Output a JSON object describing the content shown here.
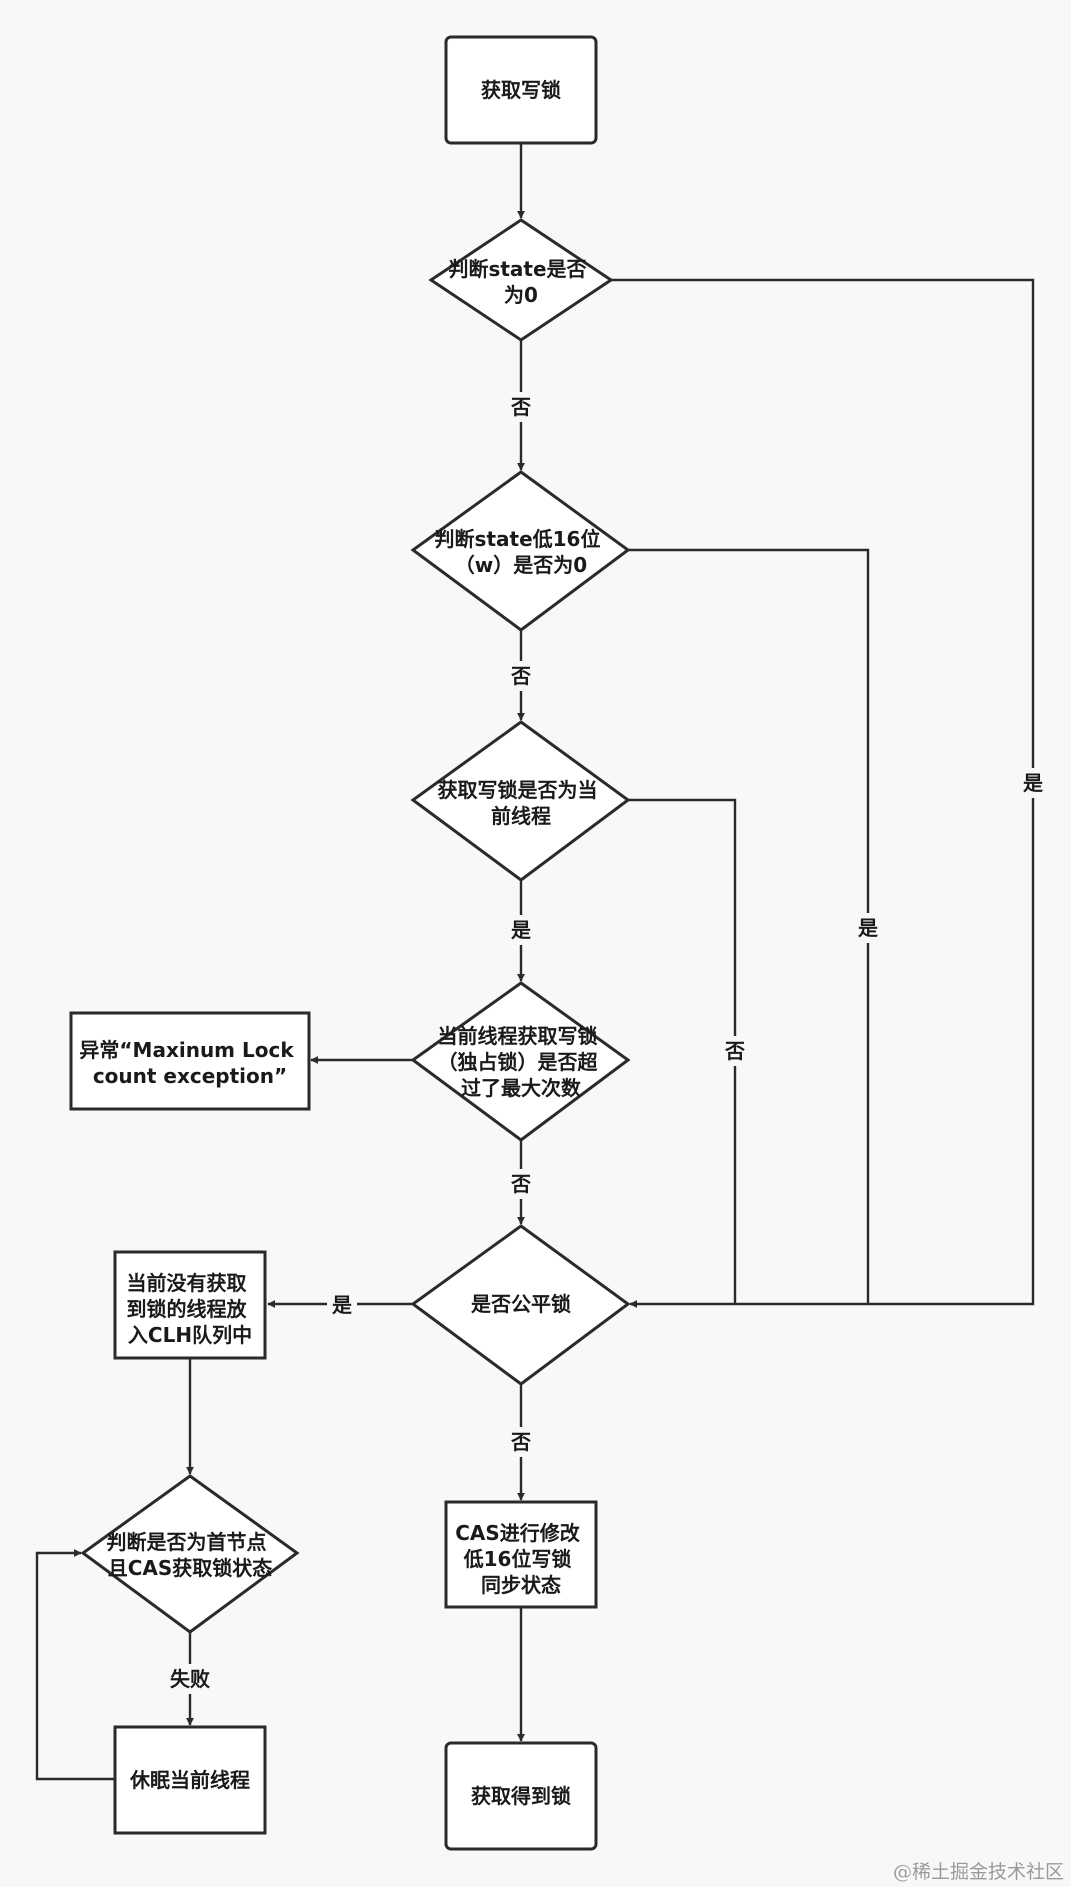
{
  "nodes": {
    "start": {
      "lines": [
        "获取写锁"
      ]
    },
    "state_zero": {
      "lines": [
        "判断state是否",
        "为0"
      ]
    },
    "low16_zero": {
      "lines": [
        "判断state低16位",
        "（w）是否为0"
      ]
    },
    "current_thread": {
      "lines": [
        "获取写锁是否为当",
        "前线程"
      ]
    },
    "exceed_max": {
      "lines": [
        "当前线程获取写锁",
        "（独占锁）是否超",
        "过了最大次数"
      ]
    },
    "exception": {
      "lines": [
        "异常“Maxinum Lock",
        "count exception”"
      ]
    },
    "fair_lock": {
      "lines": [
        "是否公平锁"
      ]
    },
    "enqueue_clh": {
      "lines": [
        "当前没有获取",
        "到锁的线程放",
        "入CLH队列中"
      ]
    },
    "head_cas": {
      "lines": [
        "判断是否为首节点",
        "且CAS获取锁状态"
      ]
    },
    "sleep": {
      "lines": [
        "休眠当前线程"
      ]
    },
    "cas_modify": {
      "lines": [
        "CAS进行修改",
        "低16位写锁",
        "同步状态"
      ]
    },
    "acquired": {
      "lines": [
        "获取得到锁"
      ]
    }
  },
  "edge_labels": {
    "state_zero_no": "否",
    "state_zero_yes": "是",
    "low16_no": "否",
    "low16_yes": "是",
    "current_yes": "是",
    "current_no": "否",
    "exceed_no": "否",
    "fair_yes": "是",
    "fair_no": "否",
    "head_fail": "失败"
  },
  "watermark": "@稀土掘金技术社区"
}
